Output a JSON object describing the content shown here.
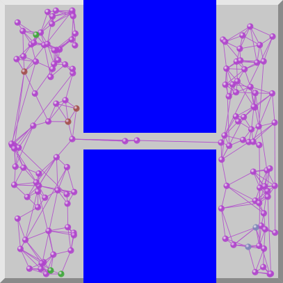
{
  "colors": {
    "background": "#c8c8c8",
    "bevel_light": "#e6e6e6",
    "bevel_dark": "#8a8a8a",
    "obstacle": "#0000ff",
    "edge": "#b356cc",
    "node": "#b045cc",
    "node_highlight": "#e6a6f2",
    "node_brown": "#a3504d",
    "node_green": "#3fa83a",
    "node_slate": "#7e86b8"
  },
  "scene": {
    "obstacles": [
      "upper-obstacle",
      "lower-obstacle"
    ],
    "graph": "roadmap-graph"
  }
}
